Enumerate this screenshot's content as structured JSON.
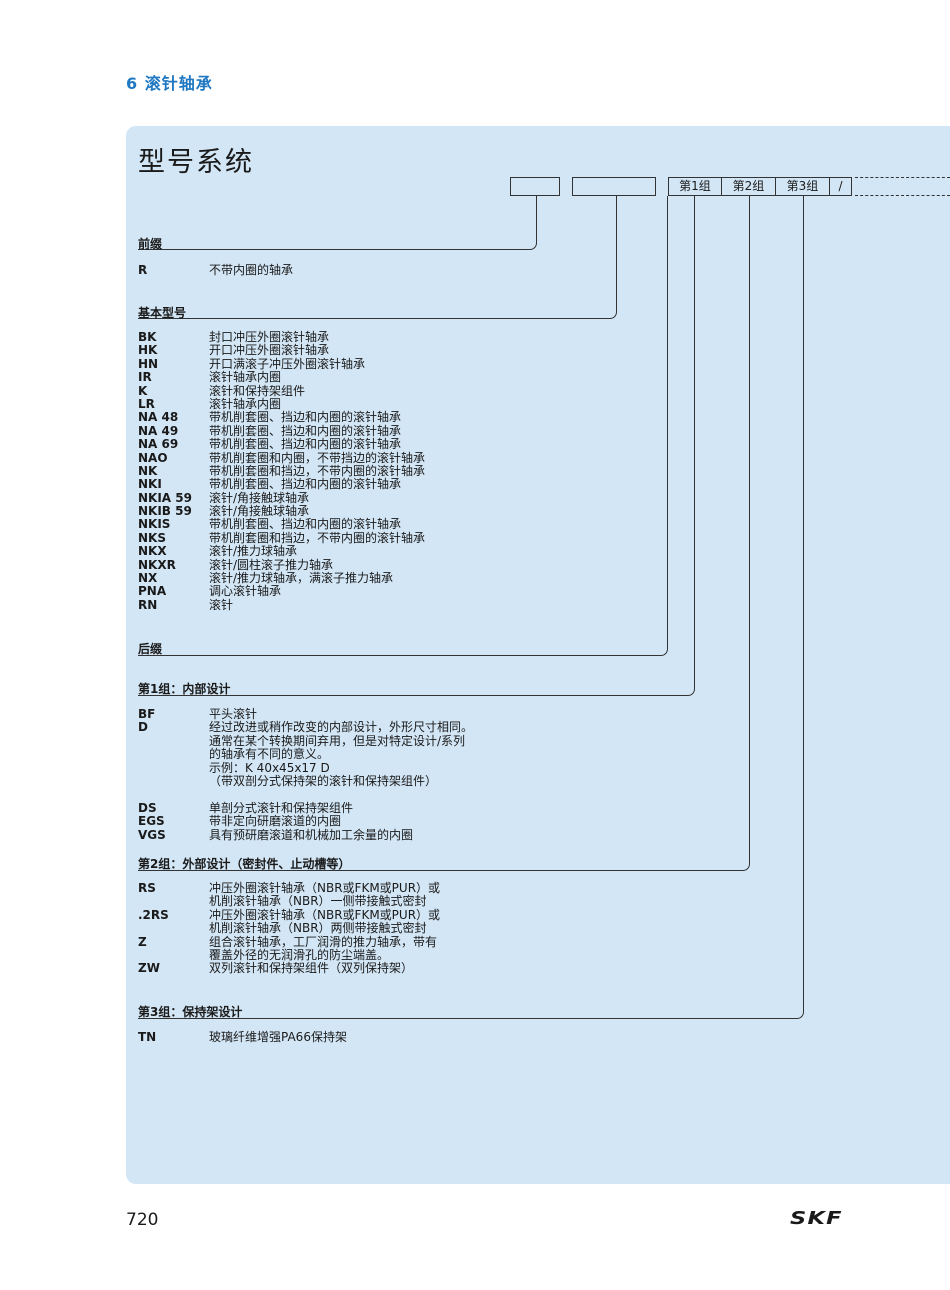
{
  "chapter": "6 滚针轴承",
  "title": "型号系统",
  "groups": {
    "g1": "第1组",
    "g2": "第2组",
    "g3": "第3组",
    "slash": "/"
  },
  "prefix": {
    "heading": "前缀",
    "codes": [
      {
        "code": "R",
        "desc": "不带内圈的轴承"
      }
    ]
  },
  "basic": {
    "heading": "基本型号",
    "codes": [
      "BK",
      "HK",
      "HN",
      "IR",
      "K",
      "LR",
      "NA 48",
      "NA 49",
      "NA 69",
      "NAO",
      "NK",
      "NKI",
      "NKIA 59",
      "NKIB 59",
      "NKIS",
      "NKS",
      "NKX",
      "NKXR",
      "NX",
      "PNA",
      "RN"
    ],
    "descs": [
      "封口冲压外圈滚针轴承",
      "开口冲压外圈滚针轴承",
      "开口满滚子冲压外圈滚针轴承",
      "滚针轴承内圈",
      "滚针和保持架组件",
      "滚针轴承内圈",
      "带机削套圈、挡边和内圈的滚针轴承",
      "带机削套圈、挡边和内圈的滚针轴承",
      "带机削套圈、挡边和内圈的滚针轴承",
      "带机削套圈和内圈，不带挡边的滚针轴承",
      "带机削套圈和挡边，不带内圈的滚针轴承",
      "带机削套圈、挡边和内圈的滚针轴承",
      "滚针/角接触球轴承",
      "滚针/角接触球轴承",
      "带机削套圈、挡边和内圈的滚针轴承",
      "带机削套圈和挡边，不带内圈的滚针轴承",
      "滚针/推力球轴承",
      "滚针/圆柱滚子推力轴承",
      "滚针/推力球轴承，满滚子推力轴承",
      "调心滚针轴承",
      "滚针"
    ]
  },
  "suffix": {
    "heading": "后缀"
  },
  "group1": {
    "heading": "第1组：内部设计",
    "codes": [
      "BF",
      "D",
      "",
      "",
      "",
      "",
      "",
      "DS",
      "EGS",
      "VGS"
    ],
    "descs": [
      "平头滚针",
      "经过改进或稍作改变的内部设计，外形尺寸相同。",
      "通常在某个转换期间弃用，但是对特定设计/系列",
      "的轴承有不同的意义。",
      "示例：K 40x45x17 D",
      "（带双剖分式保持架的滚针和保持架组件）",
      "",
      "单剖分式滚针和保持架组件",
      "带非定向研磨滚道的内圈",
      "具有预研磨滚道和机械加工余量的内圈"
    ]
  },
  "group2": {
    "heading": "第2组：外部设计（密封件、止动槽等）",
    "codes": [
      "RS",
      "",
      ".2RS",
      "",
      "Z",
      "",
      "ZW"
    ],
    "descs": [
      "冲压外圈滚针轴承（NBR或FKM或PUR）或",
      "机削滚针轴承（NBR）一侧带接触式密封",
      "冲压外圈滚针轴承（NBR或FKM或PUR）或",
      "机削滚针轴承（NBR）两侧带接触式密封",
      "组合滚针轴承，工厂润滑的推力轴承，带有",
      "覆盖外径的无润滑孔的防尘端盖。",
      "双列滚针和保持架组件（双列保持架）"
    ]
  },
  "group3": {
    "heading": "第3组：保持架设计",
    "codes": [
      {
        "code": "TN",
        "desc": "玻璃纤维增强PA66保持架"
      }
    ]
  },
  "footer": {
    "page": "720",
    "logo": "SKF"
  }
}
